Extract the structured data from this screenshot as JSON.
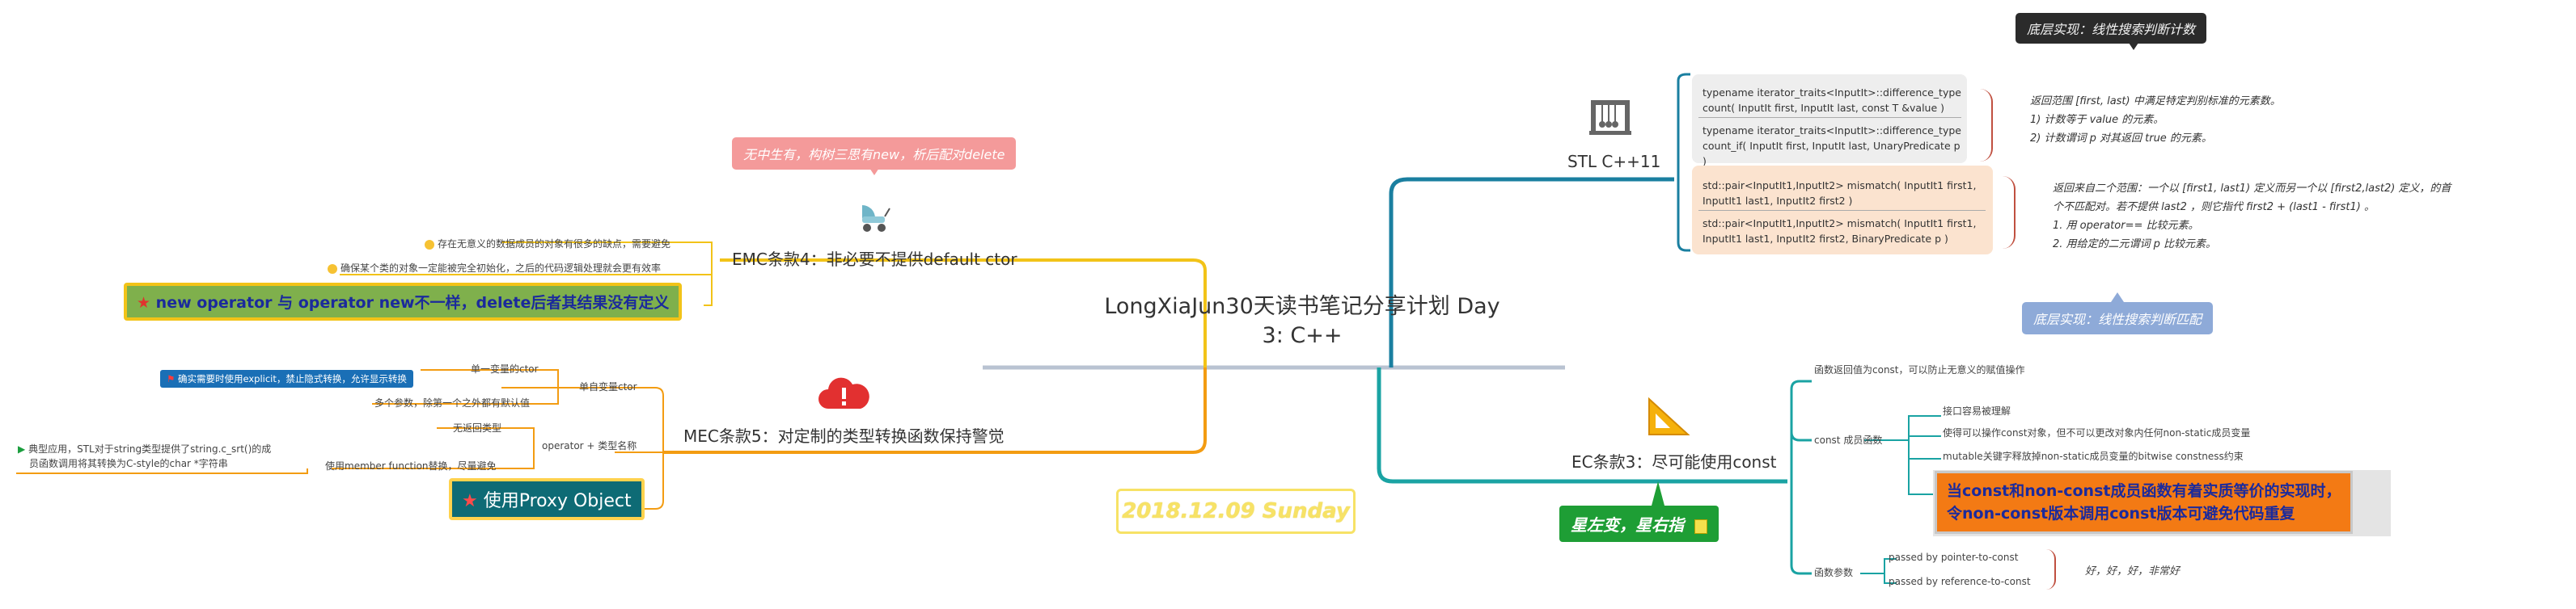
{
  "colors": {
    "ec3": "#1aa3a3",
    "stl": "#1a7fa0",
    "mec5": "#f39c12",
    "emc4": "#f2c318",
    "trunk": "#b9c3d2"
  },
  "root": {
    "title_line1": "LongXiaJun30天读书笔记分享计划  Day",
    "title_line2": "3: C++"
  },
  "date_label": "2018.12.09 Sunday",
  "stl": {
    "label": "STL C++11",
    "icon": "cradle-icon",
    "tooltip_top": "底层实现：线性搜索判断计数",
    "tooltip_bottom": "底层实现：线性搜索判断匹配",
    "count_1": "typename iterator_traits<InputIt>::difference_type count( InputIt first, InputIt last, const T &value )",
    "count_2": "typename iterator_traits<InputIt>::difference_type count_if( InputIt first, InputIt last, UnaryPredicate p )",
    "count_note_1": "返回范围 [first, last) 中满足特定判别标准的元素数。",
    "count_note_2": "1) 计数等于 value 的元素。",
    "count_note_3": "2) 计数谓词 p 对其返回 true 的元素。",
    "mismatch_1": "std::pair<InputIt1,InputIt2> mismatch( InputIt1 first1, InputIt1 last1, InputIt2 first2 )",
    "mismatch_2": "std::pair<InputIt1,InputIt2> mismatch( InputIt1 first1, InputIt1 last1, InputIt2 first2, BinaryPredicate p )",
    "mismatch_note_1": "返回来自二个范围：一个以 [first1, last1) 定义而另一个以 [first2,last2) 定义，的首",
    "mismatch_note_2": "个不匹配对。若不提供 last2 ，则它指代 first2 + (last1 - first1) 。",
    "mismatch_note_3": "1. 用 operator== 比较元素。",
    "mismatch_note_4": "2. 用给定的二元谓词 p 比较元素。"
  },
  "ec3": {
    "label": "EC条款3：尽可能使用const",
    "icon": "set-square-icon",
    "callout": "星左变，星右指",
    "return_const": "函数返回值为const，可以防止无意义的赋值操作",
    "const_member": "const 成员函数",
    "member_1": "接口容易被理解",
    "member_2": "使得可以操作const对象，但不可以更改对象内任何non-static成员变量",
    "member_3": "mutable关键字释放掉non-static成员变量的bitwise constness约束",
    "highlight_1": "当const和non-const成员函数有着实质等价的实现时，",
    "highlight_2": "令non-const版本调用const版本可避免代码重复",
    "params": "函数参数",
    "param_1": "passed by pointer-to-const",
    "param_2": "passed by reference-to-const",
    "param_note": "好，好，好，非常好"
  },
  "emc4": {
    "label": "EMC条款4：非必要不提供default ctor",
    "icon": "stroller-icon",
    "callout": "无中生有，构树三思有new，析后配对delete",
    "item_1": "存在无意义的数据成员的对象有很多的缺点，需要避免",
    "item_2": "确保某个类的对象一定能被完全初始化，之后的代码逻辑处理就会更有效率",
    "highlight": "new operator 与 operator new不一样，delete后者其结果没有定义"
  },
  "mec5": {
    "label": "MEC条款5：对定制的类型转换函数保持警觉",
    "icon": "alert-cloud-icon",
    "single_ctor": "单自变量ctor",
    "single_ctor_1": "单一变量的ctor",
    "single_ctor_flag": "确实需要时使用explicit，禁止隐式转换，允许显示转换",
    "single_ctor_2": "多个参数，除第一个之外都有默认值",
    "operator": "operator + 类型名称",
    "operator_1": "无返回类型",
    "operator_2": "使用member function替换，尽量避免",
    "operator_note_1": "典型应用，STL对于string类型提供了string.c_srt()的成",
    "operator_note_2": "员函数调用将其转换为C-style的char *字符串",
    "highlight": "使用Proxy Object"
  }
}
